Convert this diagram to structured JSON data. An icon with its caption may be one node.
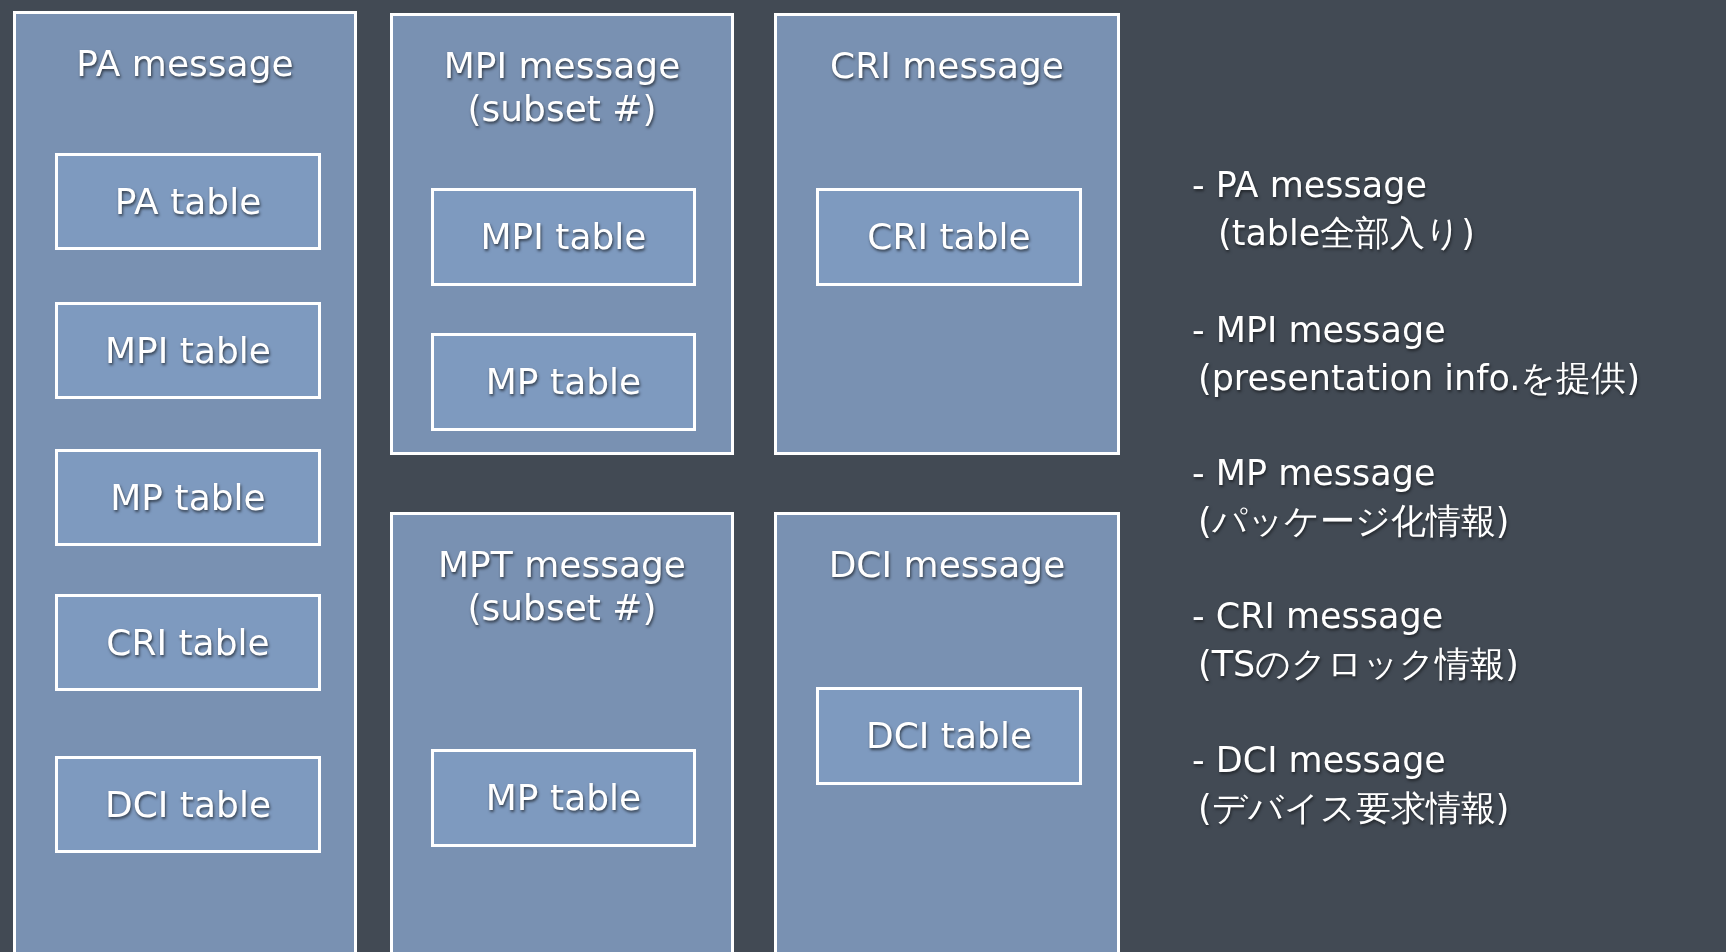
{
  "diagram": {
    "nodes": [
      {
        "text": [
          "PA message"
        ]
      },
      {
        "text": [
          "PA table"
        ],
        "in": 0
      },
      {
        "text": [
          "MPI table"
        ],
        "in": 0
      },
      {
        "text": [
          "MP table"
        ],
        "in": 0
      },
      {
        "text": [
          "CRI table"
        ],
        "in": 0
      },
      {
        "text": [
          "DCI table"
        ],
        "in": 0
      },
      {
        "text": [
          "MPI message (subset #)"
        ]
      },
      {
        "text": [
          "MPI table"
        ],
        "in": 6
      },
      {
        "text": [
          "MP table"
        ],
        "in": 6
      },
      {
        "text": [
          "CRI message"
        ]
      },
      {
        "text": [
          "CRI table"
        ],
        "in": 9
      },
      {
        "text": [
          "MPT message (subset #)"
        ]
      },
      {
        "text": [
          "MP table"
        ],
        "in": 11
      },
      {
        "text": [
          "DCI message"
        ]
      },
      {
        "text": [
          "DCI table"
        ],
        "in": 13
      }
    ],
    "edges": [],
    "labels": [
      "- PA message",
      "(table全部入り)",
      "- MPI message",
      "(presentation info.を提供)",
      "- MP message",
      "(パッケージ化情報)",
      "- CRI message",
      "(TSのクロック情報)",
      "- DCI message",
      "(デバイス要求情報)"
    ]
  }
}
